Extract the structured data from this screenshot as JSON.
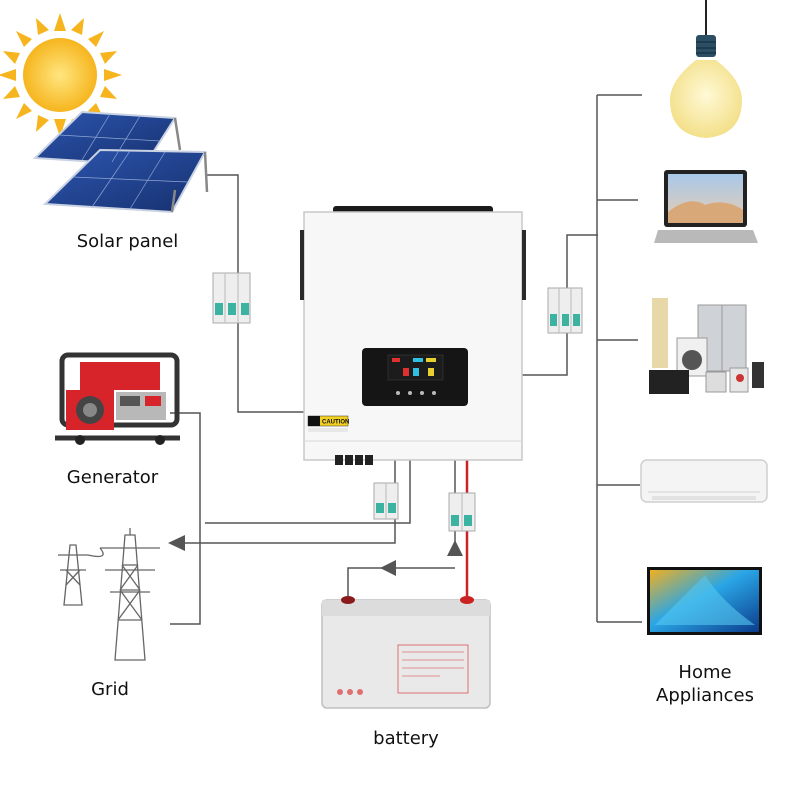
{
  "labels": {
    "solar_panel": "Solar panel",
    "generator": "Generator",
    "grid": "Grid",
    "battery": "battery",
    "home_appliances_line1": "Home",
    "home_appliances_line2": "Appliances"
  },
  "inverter": {
    "caution_text": "CAUTION"
  },
  "icons": {
    "sun": "sun-icon",
    "solar": "solar-panel-icon",
    "generator": "generator-icon",
    "grid": "power-pylon-icon",
    "battery": "battery-icon",
    "inverter": "inverter-icon",
    "breaker": "circuit-breaker-icon",
    "bulb": "light-bulb-icon",
    "laptop": "laptop-icon",
    "appliances": "home-appliances-icon",
    "ac": "air-conditioner-icon",
    "tv": "television-icon"
  },
  "colors": {
    "wire": "#555555",
    "positive_wire": "#cc2222",
    "breaker_green": "#3bb3a0",
    "panel_blue": "#1f3f8a"
  }
}
